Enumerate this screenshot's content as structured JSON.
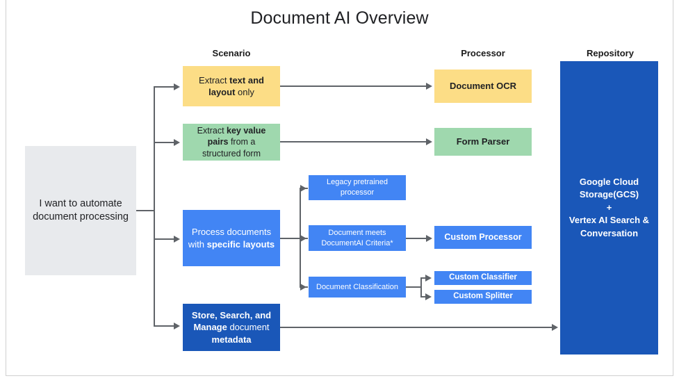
{
  "title": "Document AI Overview",
  "colors": {
    "yellow": "#fcdd86",
    "green": "#9fd8ae",
    "blue": "#4285f4",
    "dark_blue": "#1a57b8",
    "gray": "#e8eaed",
    "connector": "#5f6368"
  },
  "headers": {
    "scenario": "Scenario",
    "processor": "Processor",
    "repository": "Repository"
  },
  "entry": {
    "label": "I want to automate document processing"
  },
  "scenarios": [
    {
      "id": "extract-text",
      "label": "Extract text and layout only",
      "bold_parts": [
        "text and layout"
      ],
      "color": "yellow"
    },
    {
      "id": "extract-key-value",
      "label": "Extract key value pairs from a structured form",
      "bold_parts": [
        "key value pairs"
      ],
      "color": "green"
    },
    {
      "id": "process-documents",
      "label": "Process documents with specific layouts",
      "bold_parts": [
        "specific layouts"
      ],
      "color": "blue"
    },
    {
      "id": "store-search-manage",
      "label": "Store, Search, and Manage document metadata",
      "bold_parts": [
        "Store, Search, and Manage",
        "metadata"
      ],
      "color": "dark_blue"
    }
  ],
  "criteria_nodes": [
    {
      "id": "legacy-pretrained",
      "label": "Legacy pretrained processor"
    },
    {
      "id": "documentai-criteria",
      "label": "Document meets DocumentAI Criteria*"
    },
    {
      "id": "document-classification",
      "label": "Document Classification"
    }
  ],
  "processors": [
    {
      "id": "document-ocr",
      "label": "Document OCR",
      "color": "yellow"
    },
    {
      "id": "form-parser",
      "label": "Form Parser",
      "color": "green"
    },
    {
      "id": "custom-processor",
      "label": "Custom Processor",
      "color": "blue"
    },
    {
      "id": "custom-classifier",
      "label": "Custom Classifier",
      "color": "blue"
    },
    {
      "id": "custom-splitter",
      "label": "Custom Splitter",
      "color": "blue"
    }
  ],
  "repository": {
    "line1": "Google Cloud",
    "line2": "Storage(GCS)",
    "line3": "+",
    "line4": "Vertex AI Search &",
    "line5": "Conversation"
  }
}
